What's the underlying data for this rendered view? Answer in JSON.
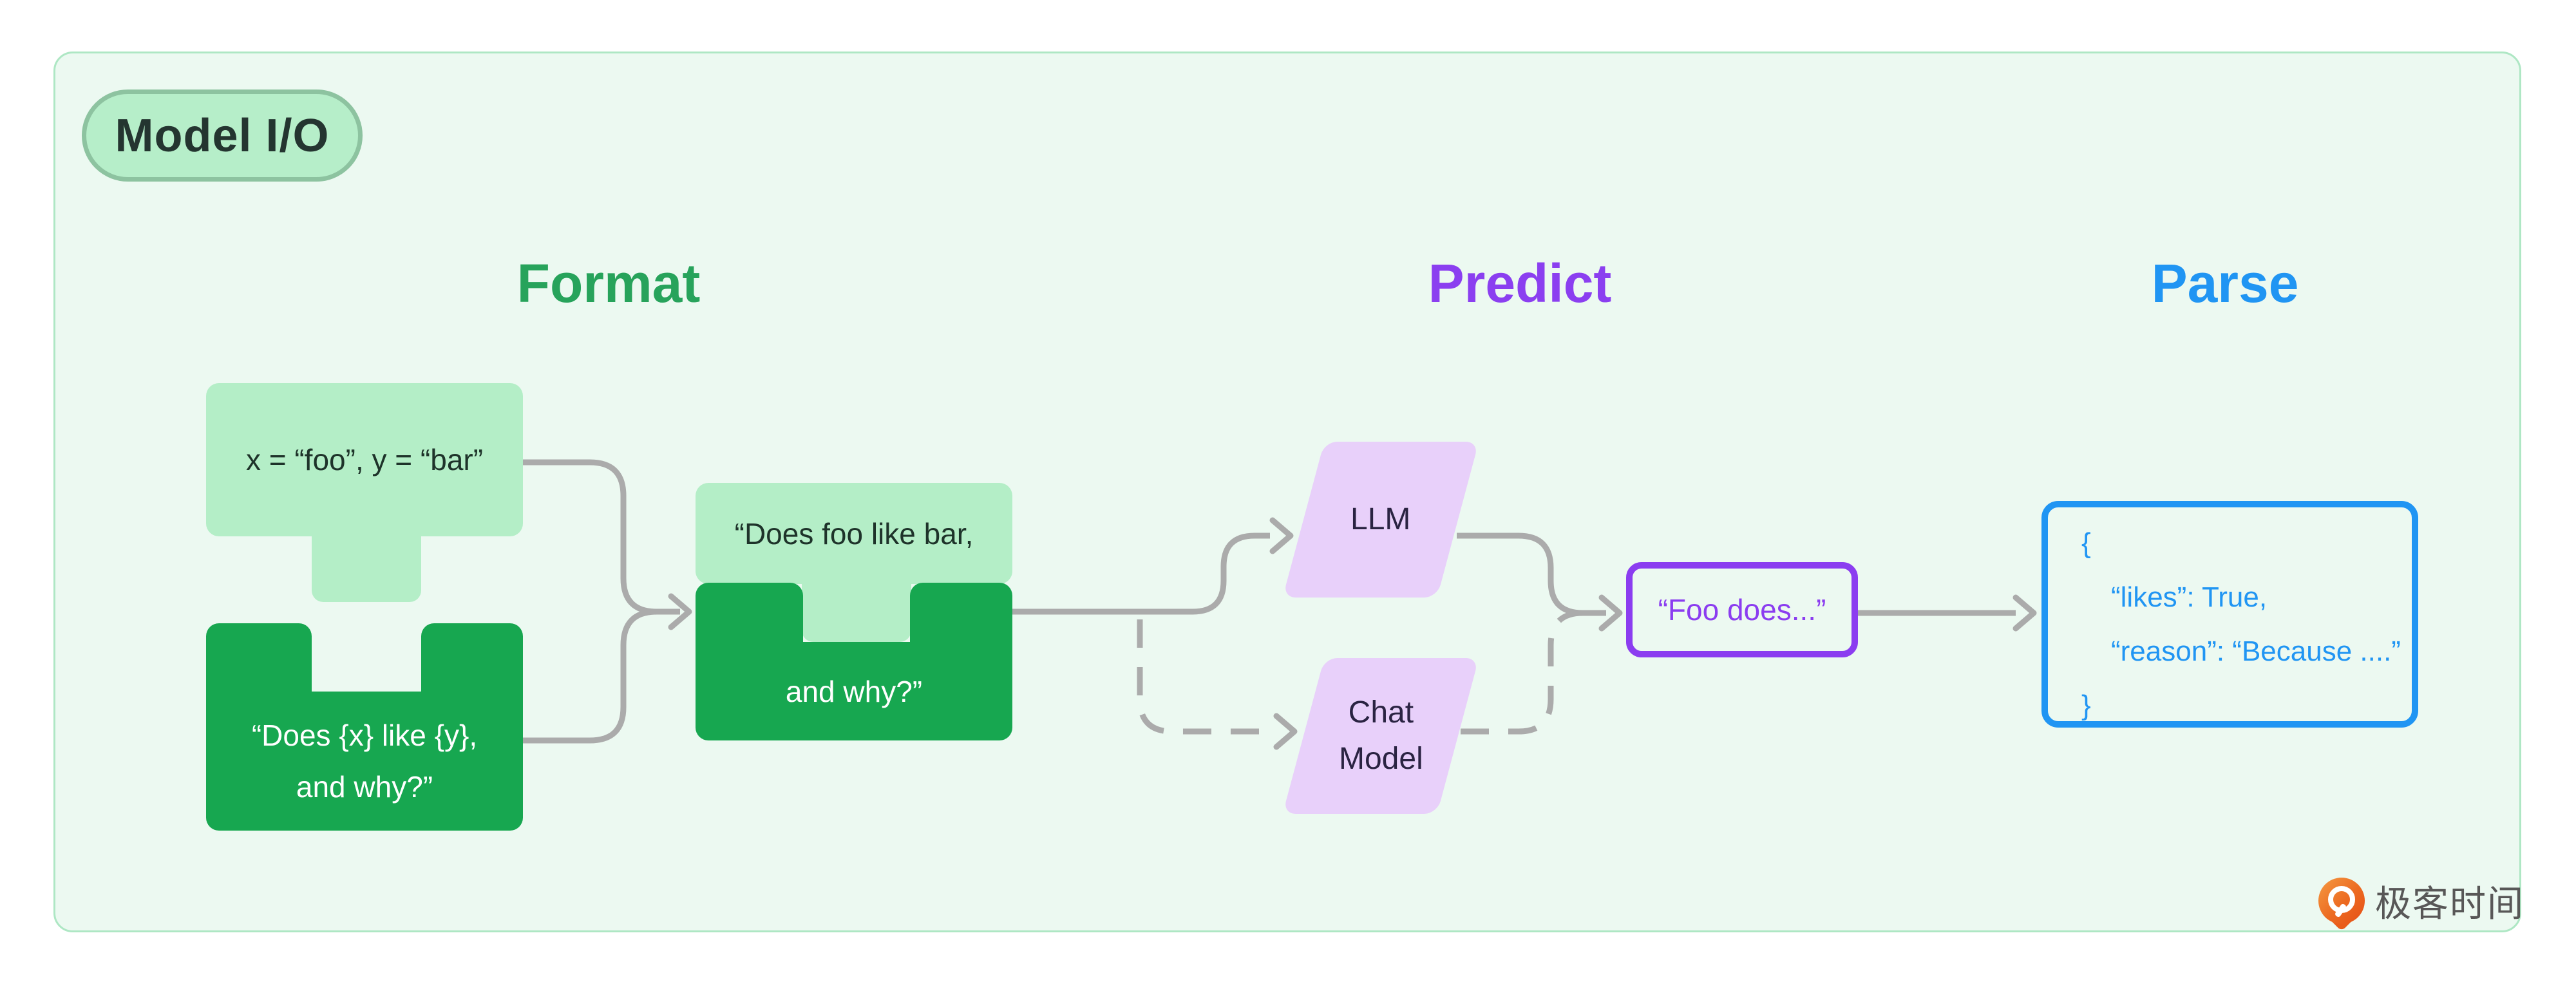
{
  "canvas": {
    "bg": "#ecf9f1",
    "border_color": "#aee7c4"
  },
  "badge": {
    "label": "Model I/O",
    "bg": "#b6eec9",
    "border_color": "#8dc3a0",
    "text_color": "#243530"
  },
  "headers": {
    "format": {
      "label": "Format",
      "color": "#27a35b"
    },
    "predict": {
      "label": "Predict",
      "color": "#8b3ff0"
    },
    "parse": {
      "label": "Parse",
      "color": "#2095f3"
    }
  },
  "format_stage": {
    "variables_piece": {
      "text": "x = “foo”, y = “bar”",
      "bg": "#b4eec7",
      "text_color": "#1e332a"
    },
    "template_piece": {
      "line1": "“Does {x} like {y},",
      "line2": "and why?”",
      "bg": "#17a750",
      "text_color": "#ffffff"
    },
    "combined_piece": {
      "light_text": "“Does foo like bar,",
      "dark_text": "and why?”"
    }
  },
  "predict_stage": {
    "llm": {
      "label": "LLM",
      "bg": "#e8d0fa",
      "text_color": "#2a2342"
    },
    "chat_model": {
      "line1": "Chat",
      "line2": "Model",
      "bg": "#e8d0fa",
      "text_color": "#2a2342"
    },
    "output_box": {
      "text": "“Foo does...”",
      "accent_color": "#8b3df0"
    }
  },
  "parse_stage": {
    "accent_color": "#2095f3",
    "json_lines": [
      "{",
      "“likes”: True,",
      "“reason”: “Because ....”",
      "}"
    ]
  },
  "connectors": {
    "color": "#ababab"
  },
  "logo": {
    "text": "极客时间",
    "text_color": "#585757",
    "icon_color": "#ec6a21"
  }
}
